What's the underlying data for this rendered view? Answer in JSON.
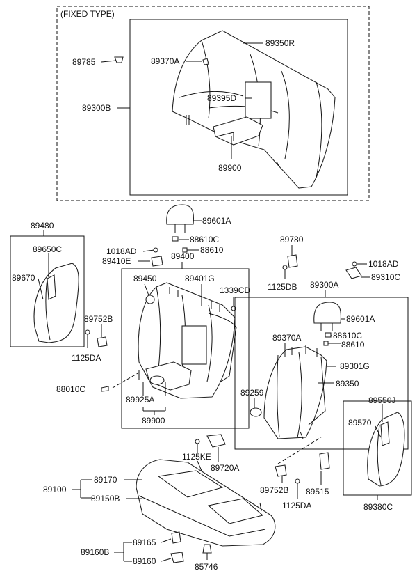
{
  "title": "(FIXED TYPE)",
  "labels": {
    "p89350R": "89350R",
    "p89370A_top": "89370A",
    "p89785": "89785",
    "p89300B": "89300B",
    "p89395D": "89395D",
    "p89900_top": "89900",
    "p89480": "89480",
    "p89650C": "89650C",
    "p89670": "89670",
    "p89601A_left": "89601A",
    "p88610C_left": "88610C",
    "p1018AD_left": "1018AD",
    "p88610_left": "88610",
    "p89410E": "89410E",
    "p89400": "89400",
    "p89780": "89780",
    "p1018AD_right": "1018AD",
    "p89310C": "89310C",
    "p89450": "89450",
    "p89401G": "89401G",
    "p1339CD": "1339CD",
    "p1125DB": "1125DB",
    "p89300A": "89300A",
    "p89752B_left": "89752B",
    "p1125DA_left": "1125DA",
    "p89601A_right": "89601A",
    "p88610C_right": "88610C",
    "p88610_right": "88610",
    "p89370A_right": "89370A",
    "p89301G": "89301G",
    "p89350": "89350",
    "p88010C": "88010C",
    "p89925A": "89925A",
    "p89900_mid": "89900",
    "p89259": "89259",
    "p89550J": "89550J",
    "p89570": "89570",
    "p1125KE": "1125KE",
    "p89720A": "89720A",
    "p89752B_bottom": "89752B",
    "p89515": "89515",
    "p1125DA_bottom": "1125DA",
    "p89380C": "89380C",
    "p89100": "89100",
    "p89170": "89170",
    "p89150B": "89150B",
    "p89160B": "89160B",
    "p89165": "89165",
    "p89160": "89160",
    "p85746": "85746"
  }
}
